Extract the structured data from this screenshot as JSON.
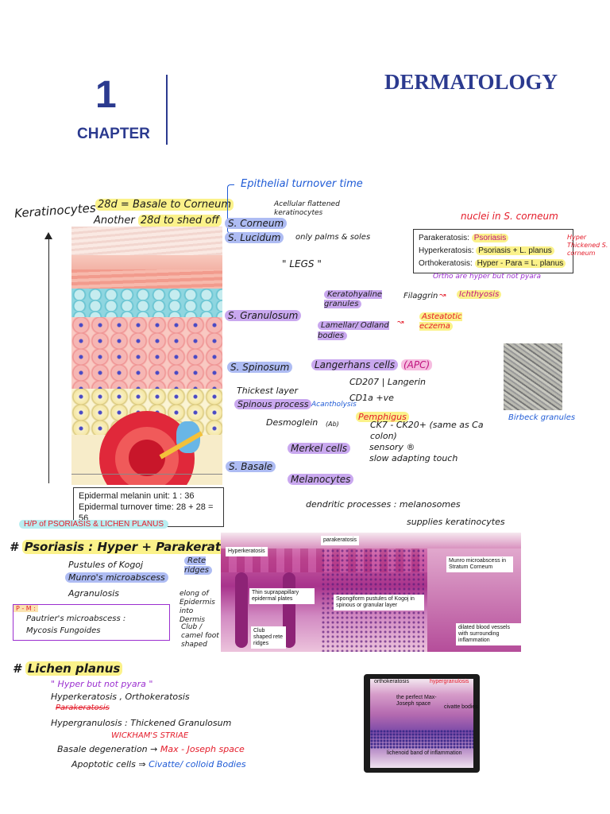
{
  "header": {
    "chapter_number": "1",
    "chapter_label": "CHAPTER",
    "title": "DERMATOLOGY"
  },
  "epidermis": {
    "y_axis_label": "Keratinocytes",
    "turnover_line1": "28d = Basale to Corneum",
    "turnover_line2_prefix": "Another",
    "turnover_line2_highlight": "28d to shed off",
    "epithelial_turnover": "Epithelial turnover time",
    "corneum": "S. Corneum",
    "corneum_note": "Acellular flattened keratinocytes",
    "lucidum": "S. Lucidum",
    "lucidum_note": "only palms & soles",
    "legs": "\" LEGS \"",
    "granulosum": "S. Granulosum",
    "keratohyaline": "Keratohyaline granules",
    "filaggrin": "Filaggrin",
    "ichthyosis": "Ichthyosis",
    "lamellar": "Lamellar/ Odland bodies",
    "asteatotic": "Asteatotic eczema",
    "spinosum": "S. Spinosum",
    "langerhans": "Langerhans cells",
    "apc": "(APC)",
    "cd207": "CD207 | Langerin",
    "cd1a": "CD1a +ve",
    "thickest": "Thickest layer",
    "spinous_process": "Spinous process",
    "acantholysis": "Acantholysis",
    "desmoglein": "Desmoglein",
    "ab": "(Ab)",
    "pemphigus": "Pemphigus",
    "birbeck": "Birbeck granules",
    "basale": "S. Basale",
    "merkel": "Merkel cells",
    "merkel_markers": "CK7 - CK20+ (same as Ca colon)",
    "sensory": "sensory ®",
    "slow_touch": "slow adapting touch",
    "melanocytes": "Melanocytes",
    "dendritic": "dendritic processes : melanosomes",
    "supplies": "supplies keratinocytes",
    "melanin_unit": "Epidermal melanin unit:  1 : 36",
    "turnover_time": "Epidermal turnover time: 28 + 28 = 56"
  },
  "keratosis_box": {
    "note": "nuclei in S. corneum",
    "rows": [
      {
        "label": "Parakeratosis:",
        "value": "Psoriasis"
      },
      {
        "label": "Hyperkeratosis:",
        "value": "Psoriasis + L. planus"
      },
      {
        "label": "Orthokeratosis:",
        "value": "Hyper - Para = L. planus"
      }
    ],
    "side_note": "Hyper Thickened S. corneum",
    "bottom_note": "Ortho are hyper but not pyara"
  },
  "psoriasis": {
    "banner": "H/P of PSORIASIS & LICHEN PLANUS",
    "heading": "Psoriasis : Hyper + Parakeratosis",
    "items": [
      "Pustules of Kogoj",
      "Munro's microabscess",
      "Agranulosis"
    ],
    "rete": "Rete ridges",
    "rete_notes": [
      "elong of Epidermis into Dermis",
      "Club / camel foot shaped"
    ],
    "pm_label": "P - M :",
    "pm_lines": [
      "Pautrier's microabscess :",
      "Mycosis Fungoides"
    ],
    "histo_labels": {
      "hyperkeratosis": "Hyperkeratosis",
      "parakeratosis": "parakeratosis",
      "munro": "Munro microabscess in Stratum Corneum",
      "thin": "Thin suprapapillary epidermal plates",
      "spongiform": "Spongiform pustules of Kogoj in spinous or granular layer",
      "club": "Club shaped rete ridges",
      "vessels": "dilated blood vessels with surrounding inflammation"
    }
  },
  "lichen": {
    "heading": "Lichen planus",
    "quote": "\" Hyper but not pyara \"",
    "line1": "Hyperkeratosis , Orthokeratosis",
    "line2": "Parakeratosis",
    "line3": "Hypergranulosis : Thickened Granulosum",
    "line4": "WICKHAM'S STRIAE",
    "line5a": "Basale degeneration",
    "line5b": "Max - Joseph space",
    "line6a": "Apoptotic cells",
    "line6b": "Civatte/ colloid Bodies",
    "histo_labels": {
      "ortho": "orthokeratosis",
      "hypergran": "hypergranulosis",
      "maxjoseph": "the perfect Max-Joseph space",
      "civatte": "civatte bodies",
      "band": "lichenoid band of inflammation"
    }
  },
  "colors": {
    "navy": "#2b3a8f",
    "highlight_yellow": "#fbf28a",
    "highlight_blue": "#aebcf3",
    "highlight_violet": "#c9a8ef",
    "ink_red": "#e41c2a"
  }
}
